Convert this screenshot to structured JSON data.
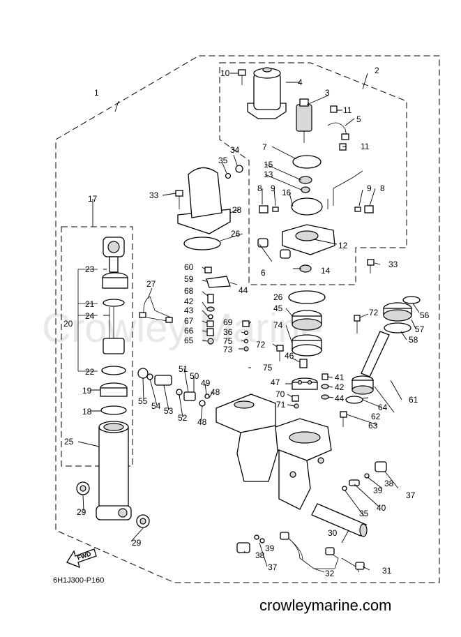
{
  "watermark": "Crowley Marine",
  "reference_code": "6H1J300-P160",
  "site_url": "crowleymarine.com",
  "fwd_label": "FWD",
  "callouts": [
    {
      "id": "c1",
      "text": "1"
    },
    {
      "id": "c2",
      "text": "2"
    },
    {
      "id": "c3",
      "text": "3"
    },
    {
      "id": "c4",
      "text": "4"
    },
    {
      "id": "c5",
      "text": "5"
    },
    {
      "id": "c6",
      "text": "6"
    },
    {
      "id": "c7",
      "text": "7"
    },
    {
      "id": "c8a",
      "text": "8"
    },
    {
      "id": "c8b",
      "text": "8"
    },
    {
      "id": "c9a",
      "text": "9"
    },
    {
      "id": "c9b",
      "text": "9"
    },
    {
      "id": "c10",
      "text": "10"
    },
    {
      "id": "c11a",
      "text": "11"
    },
    {
      "id": "c11b",
      "text": "11"
    },
    {
      "id": "c12",
      "text": "12"
    },
    {
      "id": "c13",
      "text": "13"
    },
    {
      "id": "c14",
      "text": "14"
    },
    {
      "id": "c15",
      "text": "15"
    },
    {
      "id": "c16",
      "text": "16"
    },
    {
      "id": "c17",
      "text": "17"
    },
    {
      "id": "c18",
      "text": "18"
    },
    {
      "id": "c19",
      "text": "19"
    },
    {
      "id": "c20",
      "text": "20"
    },
    {
      "id": "c21",
      "text": "21"
    },
    {
      "id": "c22",
      "text": "22"
    },
    {
      "id": "c23",
      "text": "23"
    },
    {
      "id": "c24",
      "text": "24"
    },
    {
      "id": "c25",
      "text": "25"
    },
    {
      "id": "c26a",
      "text": "26"
    },
    {
      "id": "c26b",
      "text": "26"
    },
    {
      "id": "c27",
      "text": "27"
    },
    {
      "id": "c28",
      "text": "28"
    },
    {
      "id": "c29a",
      "text": "29"
    },
    {
      "id": "c29b",
      "text": "29"
    },
    {
      "id": "c30",
      "text": "30"
    },
    {
      "id": "c31",
      "text": "31"
    },
    {
      "id": "c32",
      "text": "32"
    },
    {
      "id": "c33a",
      "text": "33"
    },
    {
      "id": "c33b",
      "text": "33"
    },
    {
      "id": "c34",
      "text": "34"
    },
    {
      "id": "c35a",
      "text": "35"
    },
    {
      "id": "c35b",
      "text": "35"
    },
    {
      "id": "c36",
      "text": "36"
    },
    {
      "id": "c37a",
      "text": "37"
    },
    {
      "id": "c37b",
      "text": "37"
    },
    {
      "id": "c38a",
      "text": "38"
    },
    {
      "id": "c38b",
      "text": "38"
    },
    {
      "id": "c39a",
      "text": "39"
    },
    {
      "id": "c39b",
      "text": "39"
    },
    {
      "id": "c40",
      "text": "40"
    },
    {
      "id": "c41",
      "text": "41"
    },
    {
      "id": "c42a",
      "text": "42"
    },
    {
      "id": "c42b",
      "text": "42"
    },
    {
      "id": "c43",
      "text": "43"
    },
    {
      "id": "c44a",
      "text": "44"
    },
    {
      "id": "c44b",
      "text": "44"
    },
    {
      "id": "c45",
      "text": "45"
    },
    {
      "id": "c46",
      "text": "46"
    },
    {
      "id": "c47",
      "text": "47"
    },
    {
      "id": "c48a",
      "text": "48"
    },
    {
      "id": "c48b",
      "text": "48"
    },
    {
      "id": "c49",
      "text": "49"
    },
    {
      "id": "c50",
      "text": "50"
    },
    {
      "id": "c51",
      "text": "51"
    },
    {
      "id": "c52",
      "text": "52"
    },
    {
      "id": "c53",
      "text": "53"
    },
    {
      "id": "c54",
      "text": "54"
    },
    {
      "id": "c55",
      "text": "55"
    },
    {
      "id": "c56",
      "text": "56"
    },
    {
      "id": "c57",
      "text": "57"
    },
    {
      "id": "c58",
      "text": "58"
    },
    {
      "id": "c59",
      "text": "59"
    },
    {
      "id": "c60",
      "text": "60"
    },
    {
      "id": "c61",
      "text": "61"
    },
    {
      "id": "c62",
      "text": "62"
    },
    {
      "id": "c63",
      "text": "63"
    },
    {
      "id": "c64",
      "text": "64"
    },
    {
      "id": "c65",
      "text": "65"
    },
    {
      "id": "c66",
      "text": "66"
    },
    {
      "id": "c67",
      "text": "67"
    },
    {
      "id": "c68",
      "text": "68"
    },
    {
      "id": "c69",
      "text": "69"
    },
    {
      "id": "c70",
      "text": "70"
    },
    {
      "id": "c71",
      "text": "71"
    },
    {
      "id": "c72a",
      "text": "72"
    },
    {
      "id": "c72b",
      "text": "72"
    },
    {
      "id": "c73",
      "text": "73"
    },
    {
      "id": "c74",
      "text": "74"
    },
    {
      "id": "c75a",
      "text": "75"
    },
    {
      "id": "c75b",
      "text": "75"
    }
  ]
}
